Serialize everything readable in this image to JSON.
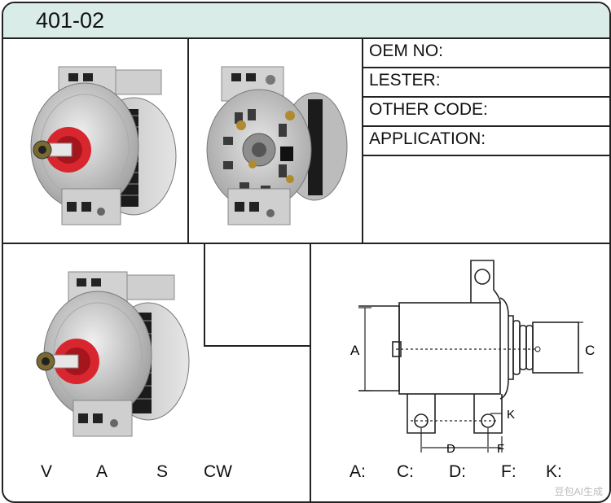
{
  "title": "401-02",
  "specs": [
    {
      "label": "OEM NO:",
      "value": ""
    },
    {
      "label": "LESTER:",
      "value": ""
    },
    {
      "label": "OTHER CODE:",
      "value": ""
    },
    {
      "label": "APPLICATION:",
      "value": ""
    }
  ],
  "terminals": [
    "V",
    "A",
    "S",
    "CW"
  ],
  "dimension_labels": [
    "A:",
    "C:",
    "D:",
    "F:",
    "K:"
  ],
  "drawing_letters": {
    "a": "A",
    "c": "C",
    "d": "D",
    "f": "F",
    "k": "K"
  },
  "watermark": "豆包AI生成",
  "colors": {
    "header": "#d9ece8",
    "pulley_red": "#d8262e",
    "metal": "#c9c9c9"
  }
}
